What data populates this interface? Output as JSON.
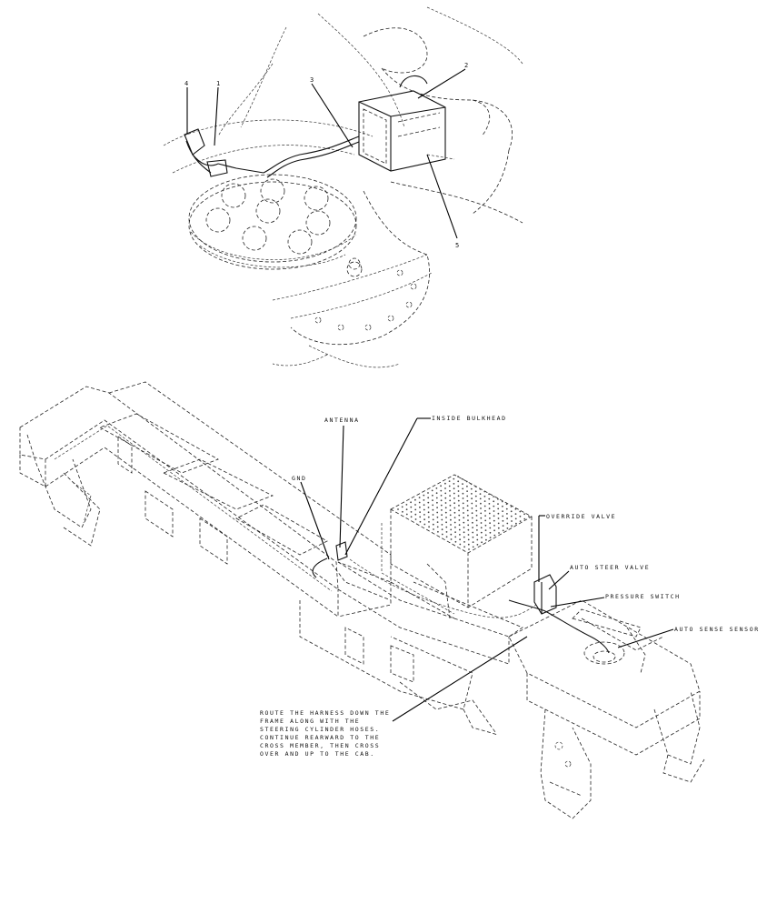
{
  "detail_view": {
    "callouts": [
      "4",
      "1",
      "3",
      "2",
      "5"
    ]
  },
  "chassis_view": {
    "labels": {
      "antenna": "ANTENNA",
      "inside_bulkhead": "INSIDE BULKHEAD",
      "gnd": "GND",
      "override_valve": "OVERRIDE VALVE",
      "auto_steer_valve": "AUTO STEER VALVE",
      "pressure_switch": "PRESSURE SWITCH",
      "auto_sense_sensor": "AUTO SENSE SENSOR"
    },
    "routing_note": [
      "ROUTE THE HARNESS DOWN THE",
      "FRAME ALONG WITH THE",
      "STEERING CYLINDER HOSES.",
      "CONTINUE REARWARD TO THE",
      "CROSS MEMBER, THEN CROSS",
      "OVER AND UP TO THE CAB."
    ]
  }
}
